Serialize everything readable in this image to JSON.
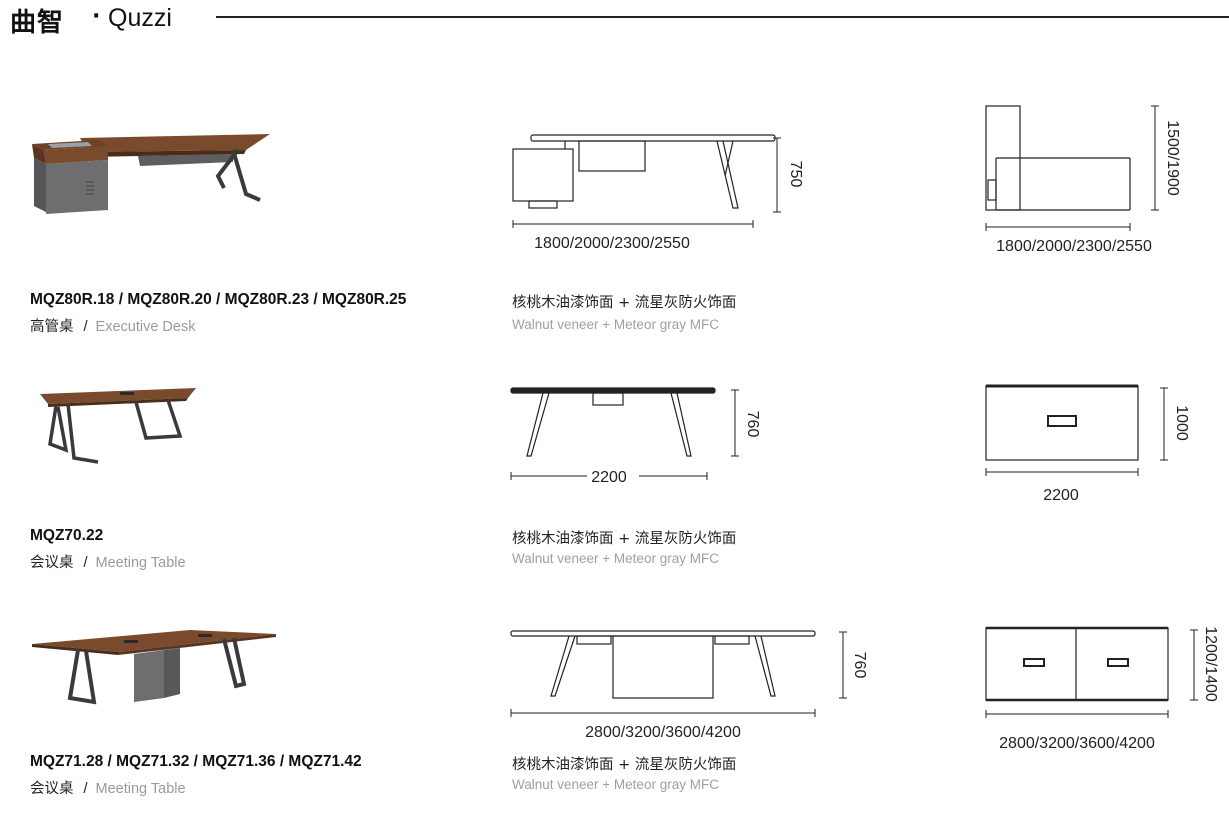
{
  "header": {
    "brand_cn": "曲智",
    "separator": "·",
    "brand_en": "Quzzi"
  },
  "products": [
    {
      "model": "MQZ80R.18 / MQZ80R.20 / MQZ80R.23 / MQZ80R.25",
      "type_cn": "高管桌",
      "type_sep": "/",
      "type_en": "Executive Desk",
      "material_cn": "核桃木油漆饰面 + 流星灰防火饰面",
      "material_en": "Walnut veneer + Meteor gray MFC",
      "front_width": "1800/2000/2300/2550",
      "front_height": "750",
      "plan_width": "1800/2000/2300/2550",
      "plan_depth": "1500/1900"
    },
    {
      "model": "MQZ70.22",
      "type_cn": "会议桌",
      "type_sep": "/",
      "type_en": "Meeting Table",
      "material_cn": "核桃木油漆饰面 + 流星灰防火饰面",
      "material_en": "Walnut veneer + Meteor gray MFC",
      "front_width": "2200",
      "front_height": "760",
      "plan_width": "2200",
      "plan_depth": "1000"
    },
    {
      "model": "MQZ71.28 / MQZ71.32 / MQZ71.36 / MQZ71.42",
      "type_cn": "会议桌",
      "type_sep": "/",
      "type_en": "Meeting Table",
      "material_cn": "核桃木油漆饰面 + 流星灰防火饰面",
      "material_en": "Walnut veneer + Meteor gray MFC",
      "front_width": "2800/3200/3600/4200",
      "front_height": "760",
      "plan_width": "2800/3200/3600/4200",
      "plan_depth": "1200/1400"
    }
  ],
  "colors": {
    "walnut": "#7a4a2c",
    "meteor_gray": "#6e6e70",
    "frame": "#3a3a3c"
  }
}
